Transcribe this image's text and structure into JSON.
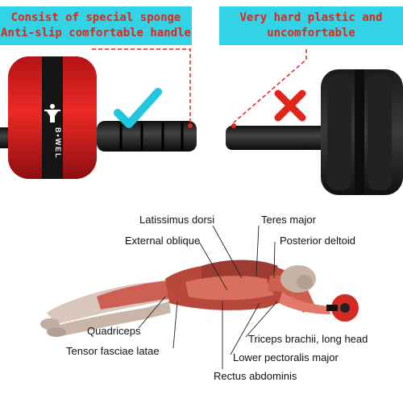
{
  "banners": {
    "left": {
      "line1": "Consist of special sponge",
      "line2": "Anti-slip comfortable handle"
    },
    "right": {
      "line1": "Very hard plastic and",
      "line2": "uncomfortable"
    }
  },
  "product": {
    "brand_text": "B•WEL"
  },
  "indicators": {
    "check": {
      "icon": "checkmark-icon",
      "color": "#21c6df"
    },
    "cross": {
      "icon": "cross-icon",
      "color": "#e2251b"
    }
  },
  "muscles": {
    "latissimus_dorsi": "Latissimus dorsi",
    "teres_major": "Teres major",
    "external_oblique": "External oblique",
    "posterior_deltoid": "Posterior deltoid",
    "quadriceps": "Quadriceps",
    "tensor_fasciae_latae": "Tensor fasciae latae",
    "triceps_brachii": "Triceps brachii, long head",
    "lower_pectoralis_major": "Lower pectoralis major",
    "rectus_abdominis": "Rectus abdominis"
  },
  "colors": {
    "banner": "#33d3e6",
    "accent_red": "#e2251b",
    "wheel_red": "#e3191d"
  }
}
